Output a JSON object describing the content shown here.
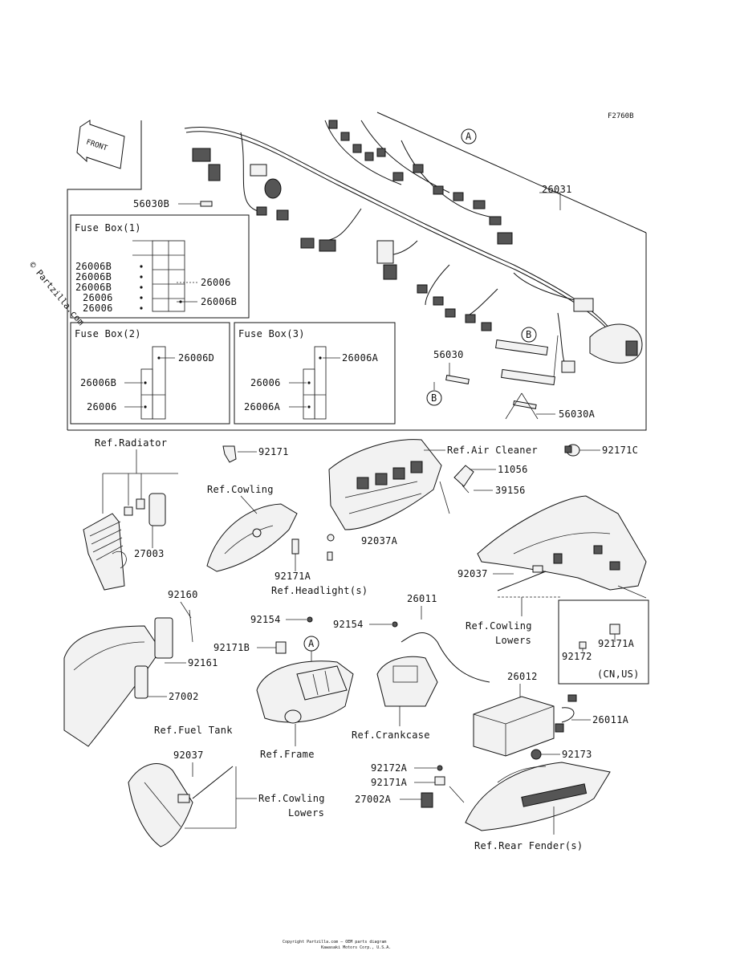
{
  "figure_code": "F2760B",
  "front_label": "FRONT",
  "watermark": "© Partzilla.com",
  "labels": {
    "l26031": "26031",
    "l56030B": "56030B",
    "l56030": "56030",
    "l56030A": "56030A",
    "l92171": "92171",
    "l92171C": "92171C",
    "l11056": "11056",
    "l39156": "39156",
    "l92037A": "92037A",
    "l27003": "27003",
    "l92171A_a": "92171A",
    "l92037_a": "92037",
    "l92160": "92160",
    "l92161": "92161",
    "l27002": "27002",
    "l92154_a": "92154",
    "l92154_b": "92154",
    "l92171B": "92171B",
    "l26011": "26011",
    "l92171A_b": "92171A",
    "l92172": "92172",
    "l26012": "26012",
    "l26011A": "26011A",
    "l92173": "92173",
    "l92037_b": "92037",
    "l92172A": "92172A",
    "l92171A_c": "92171A",
    "l27002A": "27002A"
  },
  "refs": {
    "radiator": "Ref.Radiator",
    "cowling": "Ref.Cowling",
    "air_cleaner": "Ref.Air Cleaner",
    "headlight_a": "92171A",
    "headlight_b": "Ref.Headlight(s)",
    "cowling_lowers_1a": "Ref.Cowling",
    "cowling_lowers_1b": "Lowers",
    "fuel_tank": "Ref.Fuel Tank",
    "frame": "Ref.Frame",
    "crankcase": "Ref.Crankcase",
    "cowling_lowers_2a": "Ref.Cowling",
    "cowling_lowers_2b": "Lowers",
    "rear_fender": "Ref.Rear Fender(s)",
    "cn_us": "(CN,US)"
  },
  "markers": {
    "a1": "A",
    "a2": "A",
    "b1": "B",
    "b2": "B"
  },
  "fuse_box_1": {
    "title": "Fuse Box(1)",
    "left": [
      "26006B",
      "26006B",
      "26006B",
      "26006",
      "26006"
    ],
    "right": [
      "26006",
      "26006B"
    ]
  },
  "fuse_box_2": {
    "title": "Fuse Box(2)",
    "labels": [
      "26006D",
      "26006B",
      "26006"
    ]
  },
  "fuse_box_3": {
    "title": "Fuse Box(3)",
    "labels": [
      "26006A",
      "26006",
      "26006A"
    ]
  },
  "footer": {
    "line1": "Copyright Partzilla.com — OEM parts diagram",
    "line2": "Kawasaki Motors Corp., U.S.A."
  }
}
